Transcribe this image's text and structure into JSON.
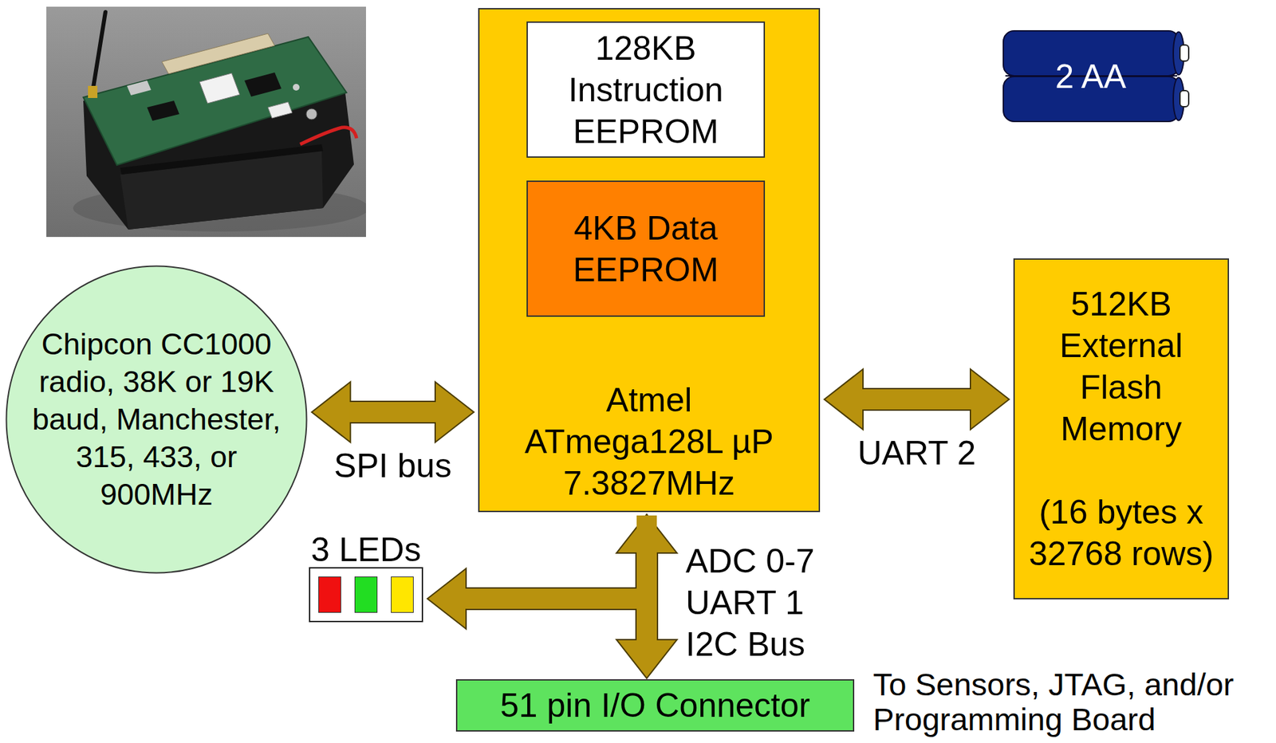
{
  "diagram": {
    "nodes": [
      {
        "text": [
          "Atmel ATmega128L µP 7.3827MHz"
        ]
      },
      {
        "text": [
          "128KB Instruction EEPROM"
        ],
        "in": 0
      },
      {
        "text": [
          "4KB Data EEPROM"
        ],
        "in": 0
      },
      {
        "text": [
          "2 AA"
        ]
      },
      {
        "text": [
          "Chipcon CC1000 radio, 38K or 19K baud, Manchester, 315, 433, or 900MHz"
        ]
      },
      {
        "text": [
          "512KB External Flash Memory",
          "(16 bytes x 32768 rows)"
        ]
      },
      {
        "text": [
          "3 LEDs"
        ]
      },
      {
        "text": [
          "51 pin I/O Connector"
        ]
      }
    ],
    "edges": [
      {
        "from": 4,
        "to": 0,
        "arrow": "both",
        "label": "SPI bus"
      },
      {
        "from": 0,
        "to": 5,
        "arrow": "both",
        "label": "UART 2"
      },
      {
        "from": 0,
        "to": 7,
        "arrow": "both"
      },
      {
        "from": 0,
        "to": 6,
        "arrow": "to"
      }
    ],
    "labels": [
      "ADC 0-7",
      "UART 1",
      "I2C Bus",
      "To Sensors, JTAG, and/or Programming Board"
    ]
  }
}
